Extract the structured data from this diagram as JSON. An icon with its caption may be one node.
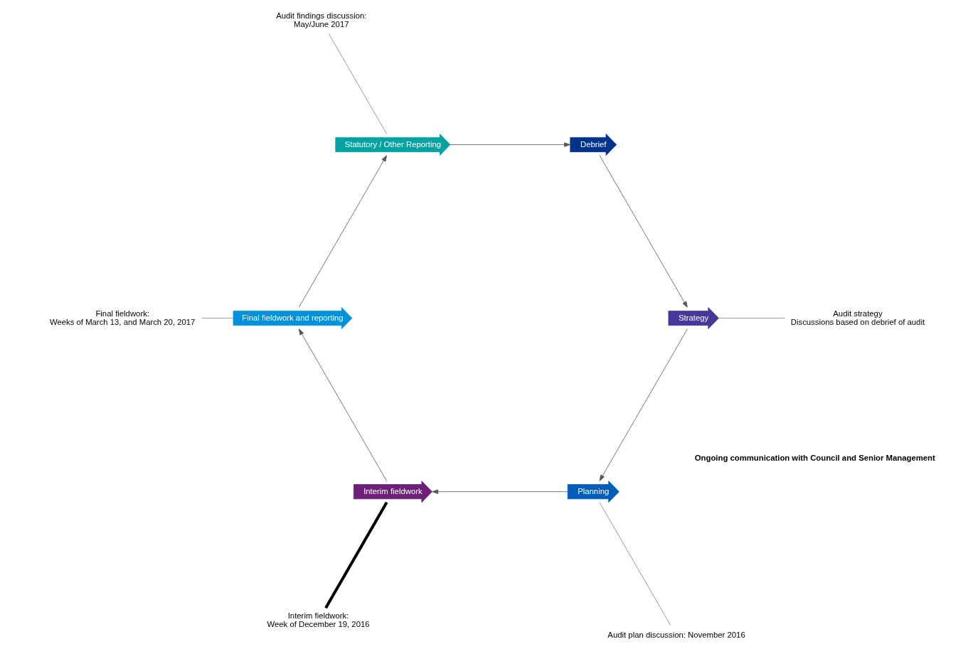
{
  "diagram": {
    "nodes": [
      {
        "text": [
          "Planning"
        ]
      },
      {
        "text": [
          "Interim fieldwork"
        ]
      },
      {
        "text": [
          "Final fieldwork and reporting"
        ]
      },
      {
        "text": [
          "Statutory / Other Reporting"
        ]
      },
      {
        "text": [
          "Debrief"
        ]
      },
      {
        "text": [
          "Strategy"
        ]
      },
      {
        "text": [
          "Audit plan discussion: November 2016"
        ]
      },
      {
        "text": [
          "Interim fieldwork:",
          "Week of December 19, 2016"
        ]
      },
      {
        "text": [
          "Final fieldwork:",
          "Weeks of March 13, and March 20, 2017"
        ]
      },
      {
        "text": [
          "Audit findings discussion:",
          "May/June 2017"
        ]
      },
      {
        "text": [
          "Audit strategy",
          "Discussions based on debrief of audit"
        ]
      }
    ],
    "edges": [
      {
        "from": 0,
        "to": 1,
        "arrow": "to"
      },
      {
        "from": 1,
        "to": 2,
        "arrow": "to"
      },
      {
        "from": 2,
        "to": 3,
        "arrow": "to"
      },
      {
        "from": 3,
        "to": 4,
        "arrow": "to"
      },
      {
        "from": 4,
        "to": 5,
        "arrow": "to"
      },
      {
        "from": 5,
        "to": 0,
        "arrow": "to"
      },
      {
        "from": 6,
        "to": 0,
        "arrow": "none"
      },
      {
        "from": 7,
        "to": 1,
        "arrow": "none",
        "style": "thick",
        "color": "#000000"
      },
      {
        "from": 8,
        "to": 2,
        "arrow": "none"
      },
      {
        "from": 9,
        "to": 3,
        "arrow": "none"
      },
      {
        "from": 10,
        "to": 5,
        "arrow": "none"
      }
    ],
    "labels": [
      "Ongoing communication with Council and Senior Management"
    ]
  }
}
